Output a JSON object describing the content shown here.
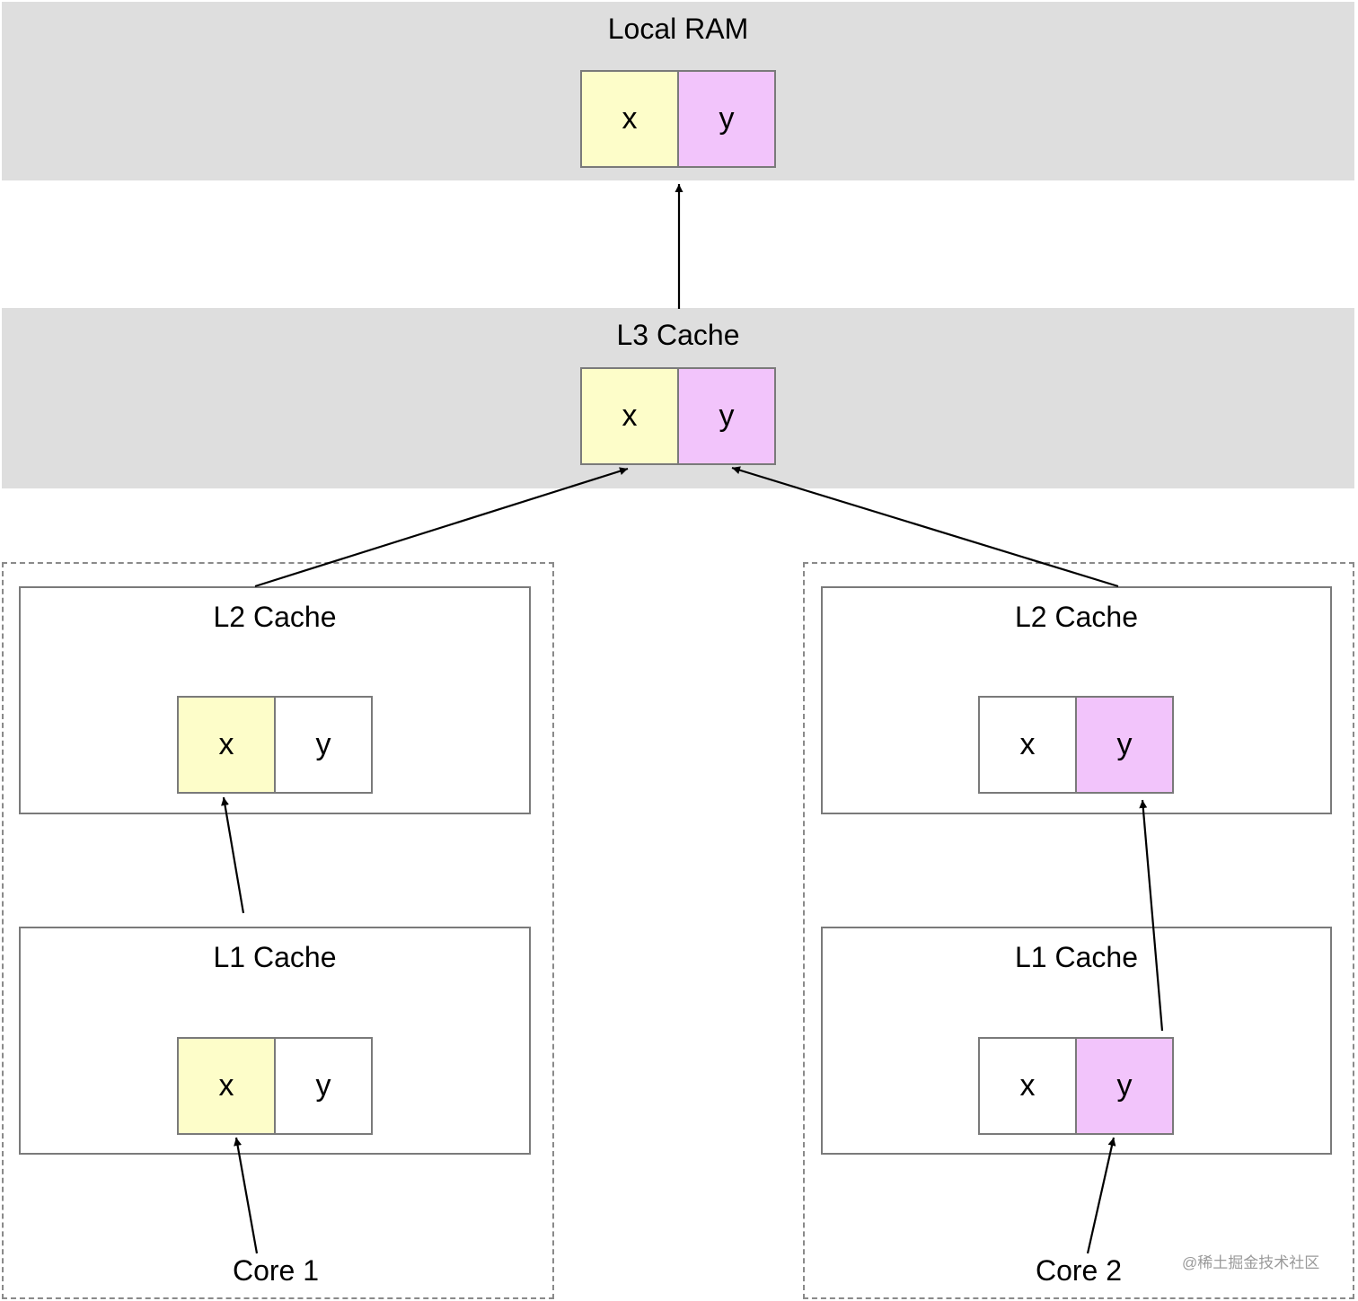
{
  "colors": {
    "band": "#dedede",
    "x_fill": "#fdfdc9",
    "y_fill": "#f2c4fb",
    "empty_fill": "#ffffff",
    "line": "#7a7a7a"
  },
  "ram": {
    "title": "Local RAM",
    "cells": [
      "x",
      "y"
    ]
  },
  "l3": {
    "title": "L3 Cache",
    "cells": [
      "x",
      "y"
    ]
  },
  "core1": {
    "label": "Core 1",
    "l2": {
      "title": "L2 Cache",
      "cells": [
        "x",
        "y"
      ]
    },
    "l1": {
      "title": "L1 Cache",
      "cells": [
        "x",
        "y"
      ]
    }
  },
  "core2": {
    "label": "Core 2",
    "l2": {
      "title": "L2 Cache",
      "cells": [
        "x",
        "y"
      ]
    },
    "l1": {
      "title": "L1 Cache",
      "cells": [
        "x",
        "y"
      ]
    }
  },
  "watermark": "@稀土掘金技术社区"
}
